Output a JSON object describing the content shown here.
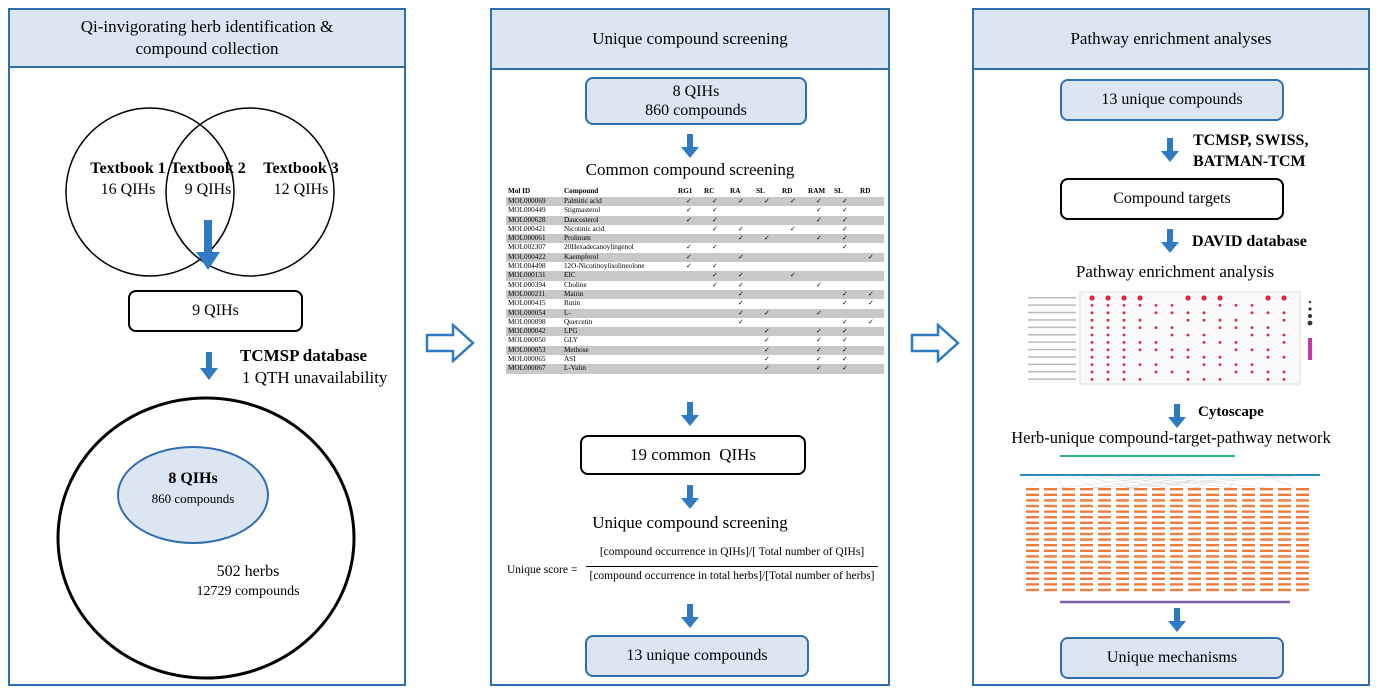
{
  "panel1": {
    "title_line1": "Qi-invigorating herb identification &",
    "title_line2": "compound collection",
    "venn": {
      "t1_name": "Textbook 1",
      "t1_count": "16 QIHs",
      "t2_name": "Textbook 2",
      "t2_count": "9 QIHs",
      "t3_name": "Textbook 3",
      "t3_count": "12 QIHs"
    },
    "box_9qihs": "9 QIHs",
    "db_label": "TCMSP database",
    "db_note": "1 QTH unavailability",
    "inner_title": "8 QIHs",
    "inner_sub": "860 compounds",
    "outer_title": "502 herbs",
    "outer_sub": "12729 compounds"
  },
  "panel2": {
    "title": "Unique compound screening",
    "top_line1": "8 QIHs",
    "top_line2": "860 compounds",
    "common_heading": "Common compound screening",
    "table": {
      "headers": [
        "Mol ID",
        "Compound",
        "RG1",
        "RC",
        "RA",
        "SL",
        "RD",
        "RAM",
        "SL",
        "RD"
      ],
      "rows": [
        {
          "id": "MOL000069",
          "name": "Palmitic acid",
          "checks": [
            "✓",
            "✓",
            "✓",
            "✓",
            "✓",
            "✓",
            "✓",
            ""
          ]
        },
        {
          "id": "MOL000449",
          "name": "Stigmasterol",
          "checks": [
            "✓",
            "✓",
            "",
            "",
            "",
            "✓",
            "✓",
            ""
          ]
        },
        {
          "id": "MOL000628",
          "name": "Daucosterol",
          "checks": [
            "✓",
            "✓",
            "",
            "",
            "",
            "✓",
            "✓",
            ""
          ]
        },
        {
          "id": "MOL000421",
          "name": "Nicotinic acid",
          "checks": [
            "",
            "✓",
            "✓",
            "",
            "✓",
            "",
            "✓",
            ""
          ]
        },
        {
          "id": "MOL000061",
          "name": "Prolinum",
          "checks": [
            "",
            "",
            "✓",
            "✓",
            "",
            "✓",
            "✓",
            ""
          ]
        },
        {
          "id": "MOL002307",
          "name": "20Hexadecanoylingenol",
          "checks": [
            "✓",
            "✓",
            "",
            "",
            "",
            "",
            "✓",
            ""
          ]
        },
        {
          "id": "MOL000422",
          "name": "Kaempferol",
          "checks": [
            "✓",
            "",
            "✓",
            "",
            "",
            "",
            "",
            "✓"
          ]
        },
        {
          "id": "MOL004498",
          "name": "12O-Nicotinoylisolineolone",
          "checks": [
            "✓",
            "✓",
            "",
            "",
            "",
            "",
            "",
            ""
          ]
        },
        {
          "id": "MOL000131",
          "name": "EIC",
          "checks": [
            "",
            "✓",
            "✓",
            "",
            "✓",
            "",
            "",
            ""
          ]
        },
        {
          "id": "MOL000394",
          "name": "Choline",
          "checks": [
            "",
            "✓",
            "✓",
            "",
            "",
            "✓",
            "",
            ""
          ]
        },
        {
          "id": "MOL000211",
          "name": "Mairin",
          "checks": [
            "",
            "",
            "✓",
            "",
            "",
            "",
            "✓",
            "✓"
          ]
        },
        {
          "id": "MOL000415",
          "name": "Rutin",
          "checks": [
            "",
            "",
            "✓",
            "",
            "",
            "",
            "✓",
            "✓"
          ]
        },
        {
          "id": "MOL000054",
          "name": "L-",
          "checks": [
            "",
            "",
            "✓",
            "✓",
            "",
            "✓",
            "",
            ""
          ]
        },
        {
          "id": "MOL000098",
          "name": "Quercetin",
          "checks": [
            "",
            "",
            "✓",
            "",
            "",
            "",
            "✓",
            "✓"
          ]
        },
        {
          "id": "MOL000042",
          "name": "LPG",
          "checks": [
            "",
            "",
            "",
            "✓",
            "",
            "✓",
            "✓",
            ""
          ]
        },
        {
          "id": "MOL000050",
          "name": "GLY",
          "checks": [
            "",
            "",
            "",
            "✓",
            "",
            "✓",
            "✓",
            ""
          ]
        },
        {
          "id": "MOL000053",
          "name": "Methose",
          "checks": [
            "",
            "",
            "",
            "✓",
            "",
            "✓",
            "✓",
            ""
          ]
        },
        {
          "id": "MOL000065",
          "name": "ASI",
          "checks": [
            "",
            "",
            "",
            "✓",
            "",
            "✓",
            "✓",
            ""
          ]
        },
        {
          "id": "MOL000067",
          "name": "L-Valin",
          "checks": [
            "",
            "",
            "",
            "✓",
            "",
            "✓",
            "✓",
            ""
          ]
        }
      ]
    },
    "box_19": "19 common  QIHs",
    "unique_heading": "Unique compound screening",
    "formula_label": "Unique score =",
    "formula_num": "[compound occurrence in QIHs]/[ Total number of QIHs]",
    "formula_den": "[compound occurrence in total herbs]/[Total number of herbs]",
    "bottom_box": "13 unique compounds"
  },
  "panel3": {
    "title": "Pathway enrichment analyses",
    "top_box": "13 unique compounds",
    "db1_line1": "TCMSP, SWISS,",
    "db1_line2": "BATMAN-TCM",
    "targets_box": "Compound targets",
    "db2": "DAVID database",
    "pathway_heading": "Pathway enrichment analysis",
    "tool": "Cytoscape",
    "network_heading": "Herb-unique compound-target-pathway network",
    "bottom_box": "Unique mechanisms"
  },
  "colors": {
    "panel_border": "#2f6fb0",
    "panel_fill": "#dce6f2",
    "arrow": "#2e7bc4",
    "network_node": "#f07d3c",
    "network_herb": "#2bb673",
    "network_compound": "#2a8fbf",
    "network_pathway": "#7b5ea7"
  }
}
